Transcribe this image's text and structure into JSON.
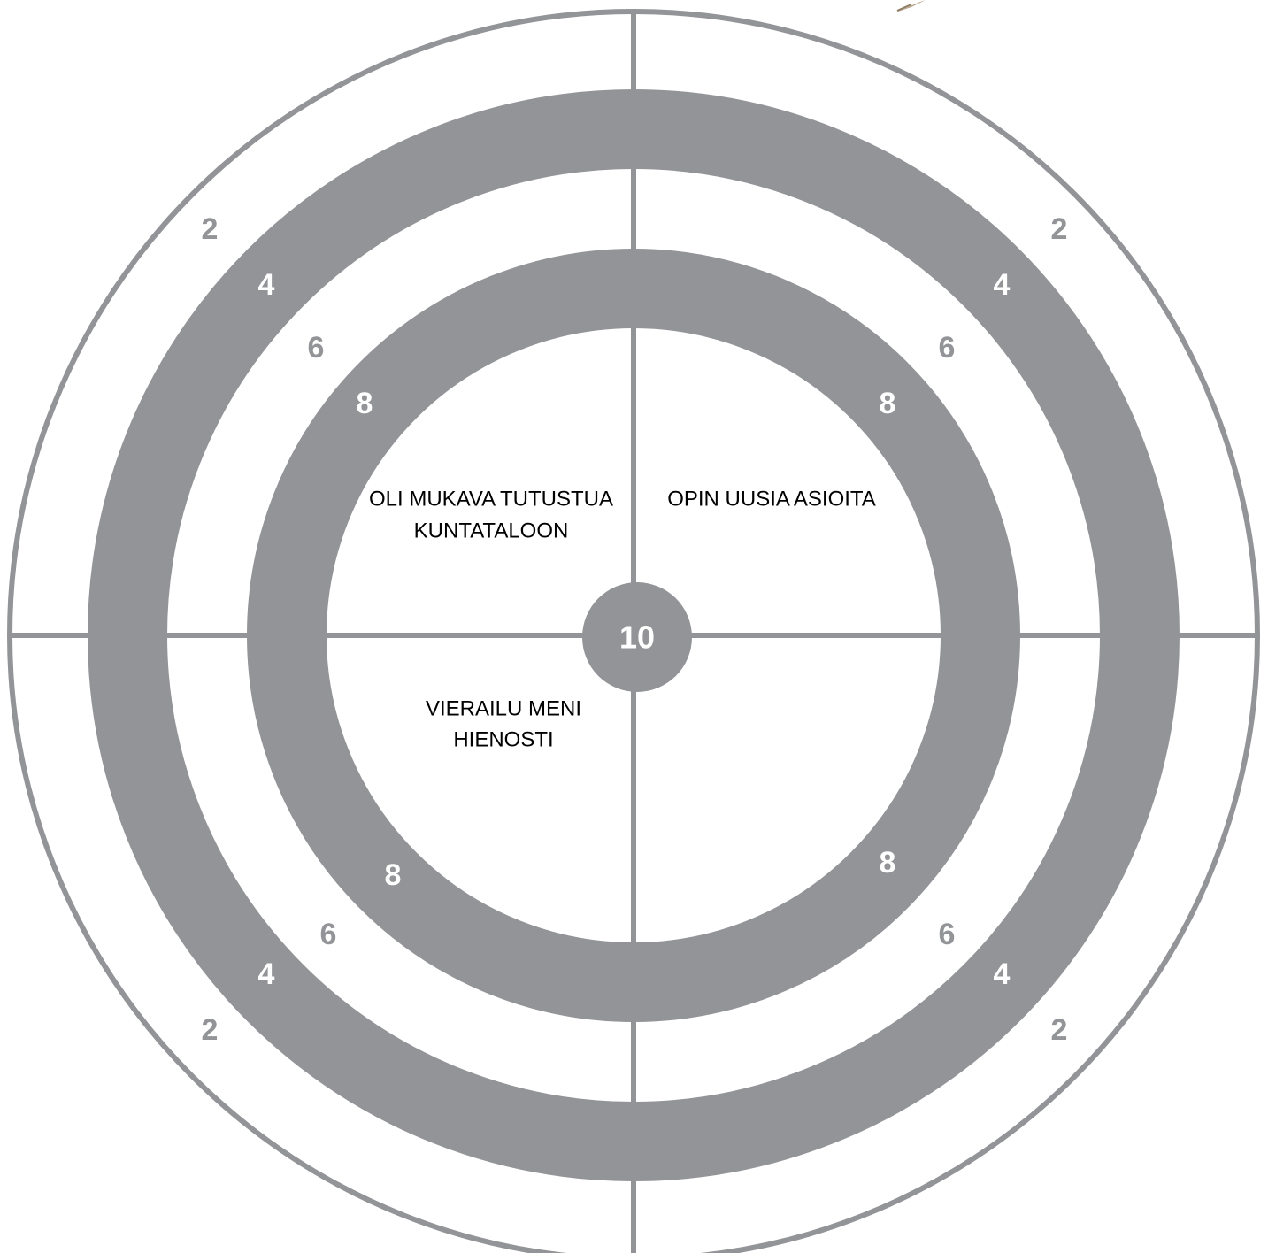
{
  "target": {
    "colors": {
      "ring": "#939497",
      "background": "#ffffff",
      "number_on_white": "#939497",
      "number_on_gray": "#ffffff",
      "text": "#000000",
      "pen": "#b9a58d"
    },
    "center_label": "10",
    "quadrant_texts": {
      "top_left": [
        "OLI MUKAVA TUTUSTUA",
        "KUNTATALOON"
      ],
      "top_right": [
        "OPIN UUSIA ASIOITA"
      ],
      "bottom_left": [
        "VIERAILU MENI",
        "HIENOSTI"
      ],
      "bottom_right": []
    },
    "score_labels": {
      "top_left": [
        "2",
        "4",
        "6",
        "8"
      ],
      "top_right": [
        "2",
        "4",
        "6",
        "8"
      ],
      "bottom_left": [
        "8",
        "6",
        "4",
        "2"
      ],
      "bottom_right": [
        "8",
        "6",
        "4",
        "2"
      ]
    },
    "pen_icon": "pen-icon"
  }
}
